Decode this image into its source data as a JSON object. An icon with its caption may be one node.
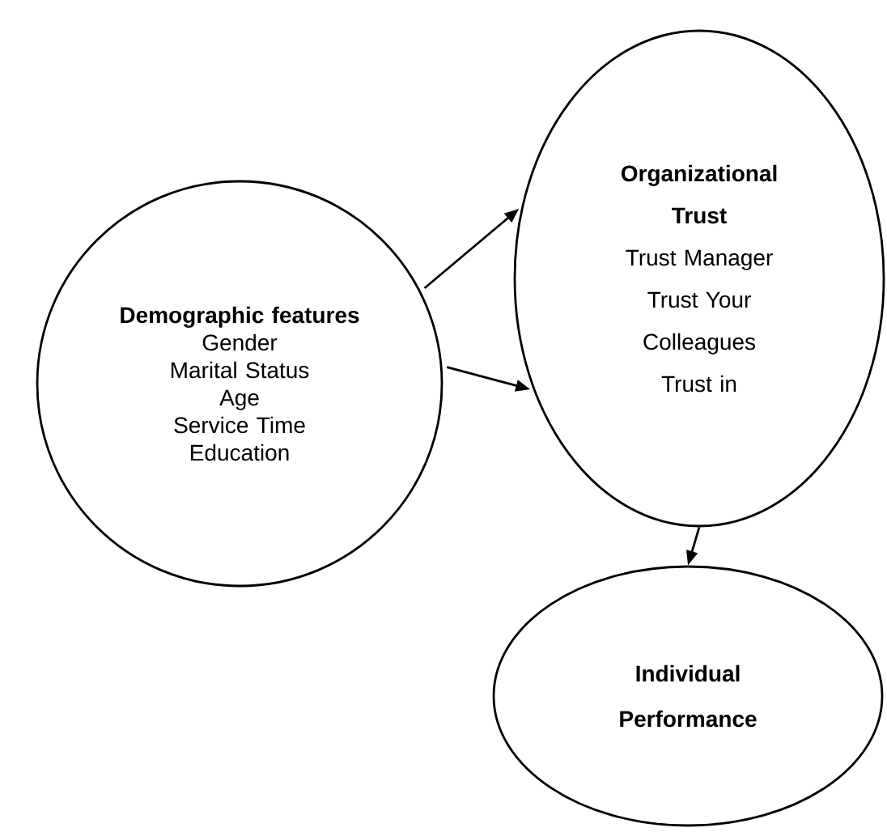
{
  "diagram": {
    "nodes": [
      {
        "text": [
          "Demographic features",
          "Gender",
          "Marital Status",
          "Age",
          "Service Time",
          "Education"
        ]
      },
      {
        "text": [
          "Organizational Trust",
          "Trust Manager",
          "Trust Your Colleagues",
          "Trust in"
        ]
      },
      {
        "text": [
          "Individual Performance"
        ]
      }
    ],
    "edges": [
      {
        "from": 0,
        "to": 1,
        "arrow": "to"
      },
      {
        "from": 0,
        "to": 1,
        "arrow": "to"
      },
      {
        "from": 1,
        "to": 2,
        "arrow": "to"
      }
    ]
  }
}
